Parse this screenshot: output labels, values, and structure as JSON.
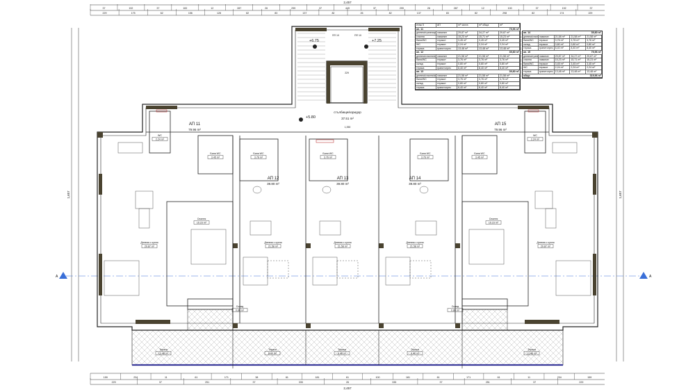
{
  "overall": {
    "width_label": "2,457",
    "height_label": "1,657",
    "section_marker": "A"
  },
  "dims": {
    "top_row1": [
      "37",
      "192",
      "37",
      "100",
      "12",
      "287",
      "26",
      "299",
      "37",
      "449",
      "37",
      "299",
      "26",
      "287",
      "12",
      "100",
      "37",
      "192",
      "37"
    ],
    "top_row2": [
      "229",
      "175",
      "62",
      "156",
      "128",
      "82",
      "83",
      "137",
      "82",
      "26",
      "82",
      "137",
      "83",
      "82",
      "298",
      "82",
      "174",
      "229"
    ],
    "bottom_row1": [
      "159",
      "234",
      "11",
      "61",
      "171",
      "38",
      "61",
      "181",
      "61",
      "100",
      "181",
      "61",
      "171",
      "61",
      "11",
      "234",
      "159"
    ],
    "bottom_row2": [
      "229",
      "37",
      "251",
      "37",
      "335",
      "26",
      "335",
      "37",
      "251",
      "37",
      "229"
    ]
  },
  "stair": {
    "level_left": "+6.75",
    "level_right": "+7.25",
    "label_left": "ПП 10",
    "label_right": "ПП 10",
    "width": "229"
  },
  "corridor": {
    "level": "+5.80",
    "name": "стълбище/коридор",
    "area": "37.51 m²",
    "length": "1,350"
  },
  "apartments": [
    {
      "name": "АП 11",
      "area": "79.96 m²"
    },
    {
      "name": "АП 12",
      "area": "39.80 m²"
    },
    {
      "name": "АП 13",
      "area": "39.80 m²"
    },
    {
      "name": "АП 14",
      "area": "39.80 m²"
    },
    {
      "name": "АП 15",
      "area": "79.96 m²"
    }
  ],
  "rooms": [
    {
      "name": "Дневна с кухня",
      "area": "29.87 m²"
    },
    {
      "name": "Спалня",
      "area": "15.23 m²"
    },
    {
      "name": "Дневна с кухня",
      "area": "21.58 m²"
    },
    {
      "name": "Дневна с кухня",
      "area": "21.58 m²"
    },
    {
      "name": "Дневна с кухня",
      "area": "21.58 m²"
    },
    {
      "name": "Спалня",
      "area": "15.23 m²"
    },
    {
      "name": "Дневна с кухня",
      "area": "29.87 m²"
    },
    {
      "name": "Баня WC",
      "area": "3.45 m²"
    },
    {
      "name": "Баня WC",
      "area": "3.76 m²"
    },
    {
      "name": "Баня WC",
      "area": "3.76 m²"
    },
    {
      "name": "Баня WC",
      "area": "3.76 m²"
    },
    {
      "name": "Баня WC",
      "area": "3.45 m²"
    },
    {
      "name": "WC",
      "area": "2.24 m²"
    },
    {
      "name": "WC",
      "area": "2.24 m²"
    },
    {
      "name": "Тераса",
      "area": "13.48 m²"
    },
    {
      "name": "Тераса",
      "area": "8.40 m²"
    },
    {
      "name": "Тераса",
      "area": "8.40 m²"
    },
    {
      "name": "Тераса",
      "area": "8.40 m²"
    },
    {
      "name": "Тераса",
      "area": "13.48 m²"
    },
    {
      "name": "Склад",
      "area": "0.80 m²"
    },
    {
      "name": "Склад",
      "area": "0.80 m²"
    }
  ],
  "table1": {
    "header": [
      "етаж 5",
      "АП",
      "m² чиста",
      "m² обща",
      "m²"
    ],
    "groups": [
      {
        "title": "ап. 11",
        "total": "79,96 m²",
        "rows": [
          [
            "дневна/трапезария/кухня",
            "ламинат",
            "29,87 m²",
            "34,27 m²",
            "29,87 m²"
          ],
          [
            "спалня",
            "ламинат",
            "15,23 m²",
            "15,71 m²",
            "15,23 m²"
          ],
          [
            "баня/WC",
            "теракот",
            "3,45 m²",
            "3,45 m²",
            "3,45 m²"
          ],
          [
            "WC",
            "теракот",
            "2,24 m²",
            "2,24 m²",
            "2,24 m²"
          ],
          [
            "тераса",
            "гранитогрес",
            "13,48 m²",
            "13,48 m²",
            "13,48 m²"
          ]
        ]
      },
      {
        "title": "ап. 12",
        "total": "39,80 m²",
        "rows": [
          [
            "дневна/спалня/кухня",
            "ламинат",
            "21,58 m²",
            "21,58 m²",
            "21,58 m²"
          ],
          [
            "баня/WC",
            "теракот",
            "3,76 m²",
            "3,76 m²",
            "3,76 m²"
          ],
          [
            "склад",
            "теракот",
            "0,80 m²",
            "0,80 m²",
            "0,80 m²"
          ],
          [
            "тераса",
            "гранитогрес",
            "8,40 m²",
            "8,40 m²",
            "8,40 m²"
          ]
        ]
      },
      {
        "title": "ап. 13",
        "total": "39,80 m²",
        "rows": [
          [
            "дневна/спалня/кухня",
            "ламинат",
            "21,58 m²",
            "21,58 m²",
            "21,58 m²"
          ],
          [
            "баня/WC",
            "теракот",
            "3,76 m²",
            "3,76 m²",
            "3,76 m²"
          ],
          [
            "склад",
            "теракот",
            "0,80 m²",
            "0,80 m²",
            "0,80 m²"
          ],
          [
            "тераса",
            "гранитогрес",
            "8,40 m²",
            "8,40 m²",
            "8,40 m²"
          ]
        ]
      }
    ]
  },
  "table2": {
    "groups": [
      {
        "title": "ап. 14",
        "total": "39,80 m²",
        "rows": [
          [
            "дневна/спалня/кухня",
            "ламинат",
            "21,58 m²",
            "21,58 m²",
            "21,58 m²"
          ],
          [
            "баня/WC",
            "теракот",
            "3,76 m²",
            "3,76 m²",
            "3,76 m²"
          ],
          [
            "склад",
            "теракот",
            "0,80 m²",
            "0,80 m²",
            "0,80 m²"
          ],
          [
            "тераса",
            "гранитогрес",
            "8,40 m²",
            "8,40 m²",
            "8,40 m²"
          ]
        ]
      },
      {
        "title": "ап. 15",
        "total": "79,96 m²",
        "rows": [
          [
            "дневна/трапезария/кухня",
            "ламинат",
            "29,87 m²",
            "34,27 m²",
            "29,87 m²"
          ],
          [
            "спалня",
            "ламинат",
            "15,23 m²",
            "15,71 m²",
            "15,23 m²"
          ],
          [
            "баня/WC",
            "теракот",
            "3,45 m²",
            "3,45 m²",
            "3,45 m²"
          ],
          [
            "WC",
            "теракот",
            "2,24 m²",
            "2,24 m²",
            "2,24 m²"
          ],
          [
            "тераса",
            "гранитогрес",
            "13,48 m²",
            "13,48 m²",
            "13,48 m²"
          ]
        ]
      }
    ],
    "grand_label": "общо",
    "grand_total": "319,96 m²"
  },
  "colors": {
    "wall": "#4a4330",
    "line": "#222222",
    "blue": "#3a6fd8",
    "hatch": "#9a9a9a",
    "red": "#c04040"
  }
}
